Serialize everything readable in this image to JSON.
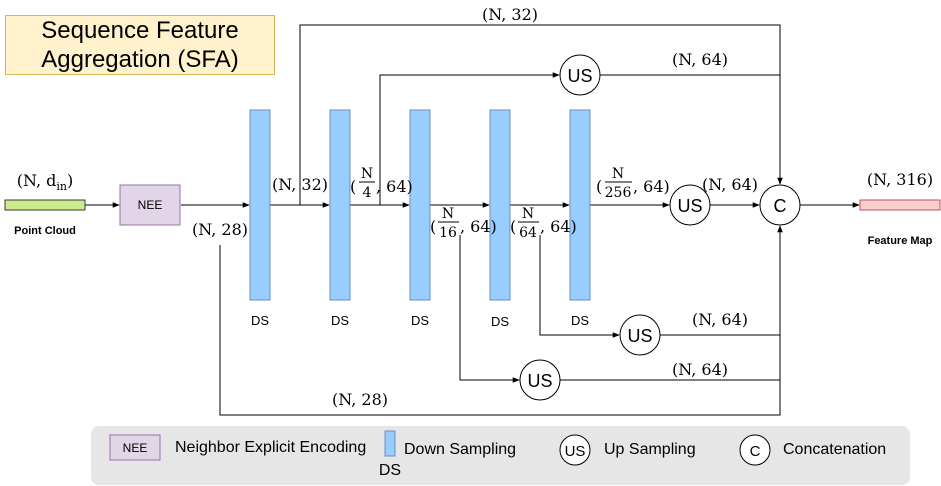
{
  "title": {
    "line1": "Sequence Feature",
    "line2": "Aggregation (SFA)"
  },
  "input": {
    "label": "Point Cloud",
    "shape_prefix": "(N, d",
    "shape_sub": "in",
    "shape_suffix": ")"
  },
  "nee_block": {
    "label": "NEE"
  },
  "ds_label": "DS",
  "us_label": "US",
  "concat_label": "C",
  "output": {
    "label": "Feature Map",
    "shape": "(N, 316)"
  },
  "edge_labels": {
    "nee_out": "(N, 28)",
    "skip_top": "(N, 32)",
    "ds1_out": "(N, 32)",
    "ds2_out": {
      "num": "N",
      "den": "4",
      "suffix": ", 64)"
    },
    "ds3_out": {
      "num": "N",
      "den": "16",
      "suffix": ", 64)"
    },
    "ds4_out": {
      "num": "N",
      "den": "64",
      "suffix": ", 64)"
    },
    "ds5_out": {
      "num": "N",
      "den": "256",
      "suffix": ", 64)"
    },
    "us_top_out": "(N, 64)",
    "us_mid_out": "(N, 64)",
    "us_low1_out": "(N, 64)",
    "us_low2_out": "(N, 64)",
    "skip_bottom": "(N, 28)"
  },
  "legend": {
    "nee_text": "Neighbor Explicit Encoding",
    "ds_text": "Down Sampling",
    "us_text": "Up Sampling",
    "c_text": "Concatenation"
  },
  "colors": {
    "input_bar": "#cdeb8b",
    "nee_fill": "#e1d5e7",
    "ds_fill": "#99ccff",
    "output_bar": "#f8cecc",
    "title_fill": "#fff2cc",
    "legend_panel": "#e6e6e6"
  }
}
